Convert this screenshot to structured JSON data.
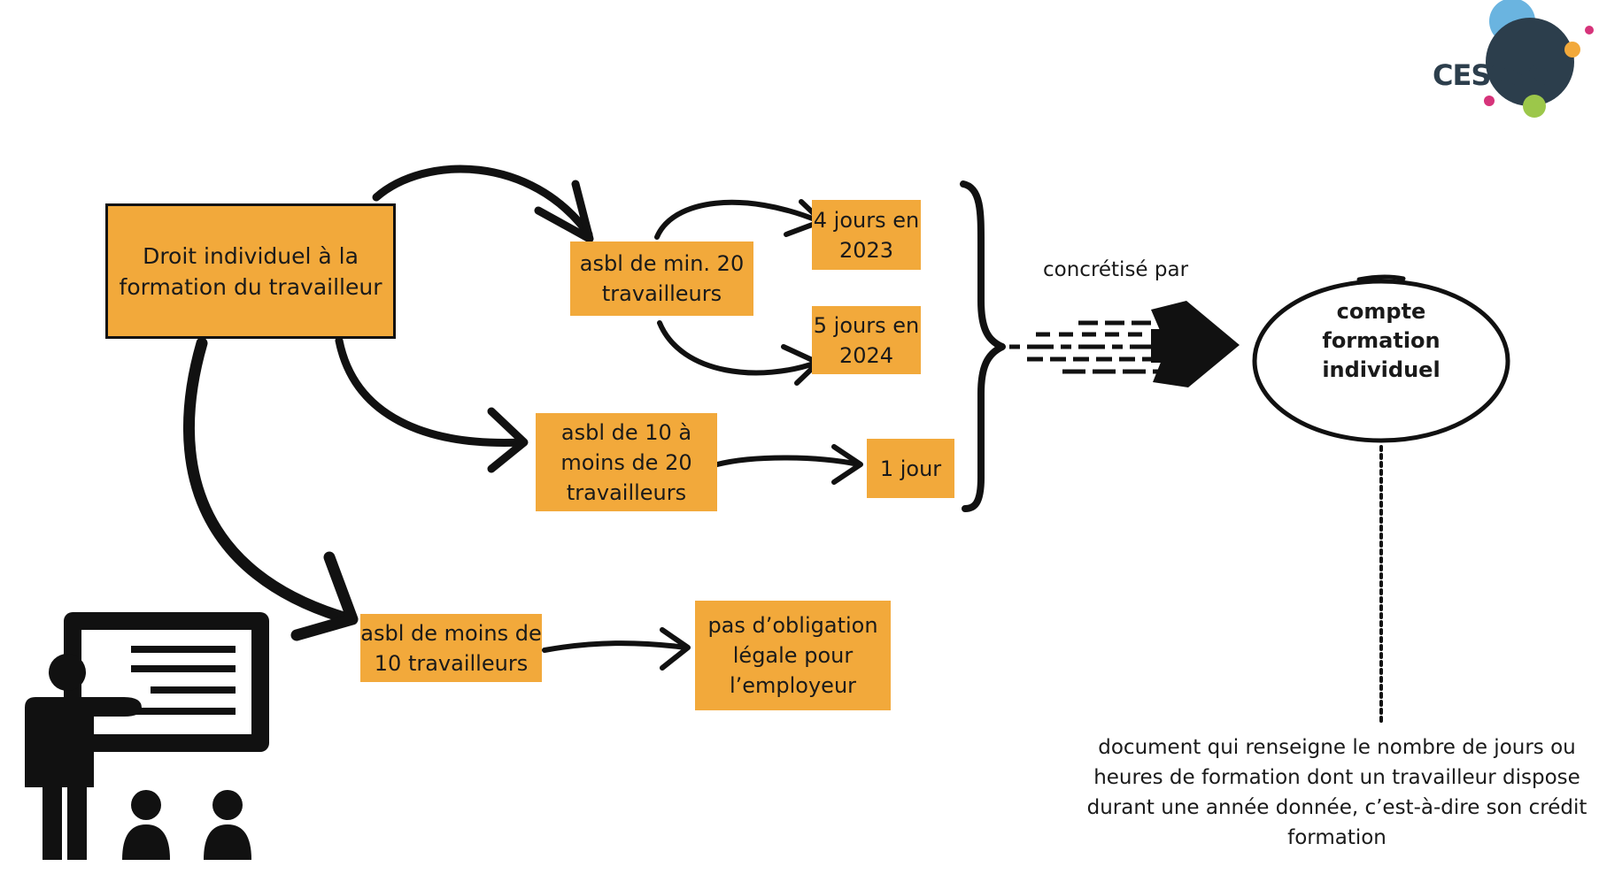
{
  "logo": {
    "text": "CESSoC"
  },
  "boxes": {
    "main": "Droit individuel à la\nformation du travailleur",
    "min20": "asbl de min. 20\ntravailleurs",
    "j2023": "4 jours en\n2023",
    "j2024": "5 jours en\n2024",
    "b10a20": "asbl de 10 à\nmoins de 20\ntravailleurs",
    "j1": "1 jour",
    "moins10": "asbl de moins de\n10 travailleurs",
    "pasoblig": "pas d’obligation\nlégale  pour\nl’employeur"
  },
  "concretise": "concrétisé par",
  "compte": "compte\nformation\nindividuel",
  "document": "document  qui renseigne le nombre de jours ou heures de formation dont un travailleur dispose durant une année donnée, c’est-à-dire son crédit formation",
  "icons": {
    "teacher": "teacher-presentation-icon",
    "logo": "cessoc-logo"
  },
  "colors": {
    "box_fill": "#f2a93b",
    "stroke": "#111111",
    "logo_navy": "#2c3e4c",
    "logo_blue": "#6ab4e0",
    "logo_pink": "#d6337a",
    "logo_orange": "#f2a93b",
    "logo_green": "#9cc74a"
  }
}
